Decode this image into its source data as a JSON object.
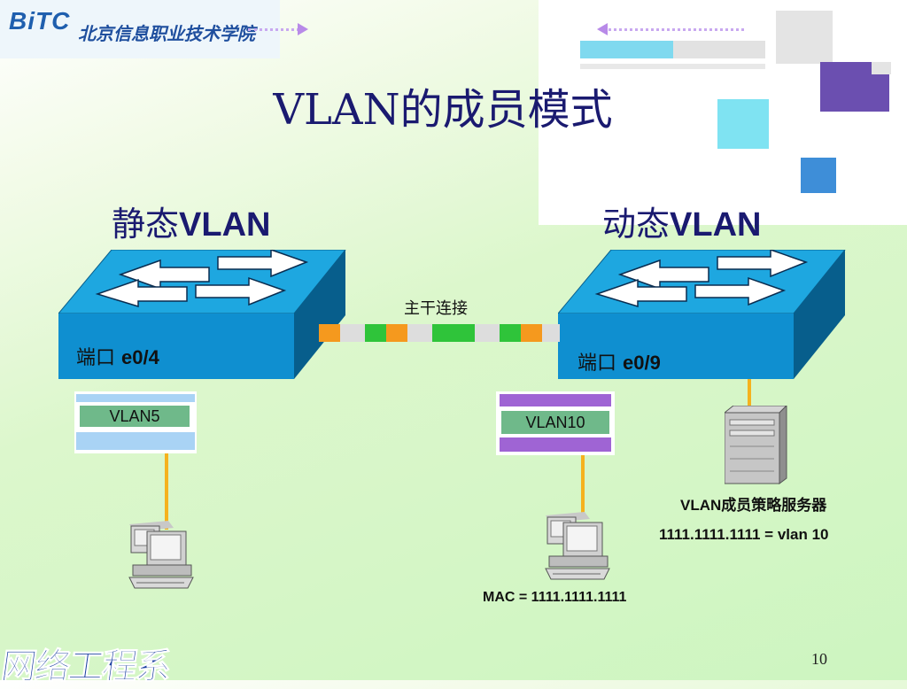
{
  "header": {
    "logo_text": "BiTC",
    "logo_cn": "北京信息职业技术学院"
  },
  "slide": {
    "title": "VLAN的成员模式",
    "static_label_cn": "静态",
    "static_label_en": "VLAN",
    "dynamic_label_cn": "动态",
    "dynamic_label_en": "VLAN",
    "trunk_label": "主干连接",
    "left_port_cn": "端口",
    "left_port_id": "e0/4",
    "right_port_cn": "端口",
    "right_port_id": "e0/9",
    "left_vlan": "VLAN5",
    "right_vlan": "VLAN10",
    "server_caption": "VLAN成员策略服务器",
    "mapping": "1111.1111.1111 = vlan 10",
    "mac_caption": "MAC = 1111.1111.1111",
    "page_number": "10",
    "footer_logo": "网络工程系"
  },
  "colors": {
    "title": "#1a1a70",
    "switch_top": "#1ea7e0",
    "switch_front": "#0f8fd0",
    "switch_side": "#075e8c",
    "wire": "#f5b21e",
    "vlan_tag": "#6fb98a"
  },
  "icons": [
    "switch-icon",
    "workstation-icon",
    "server-icon"
  ]
}
